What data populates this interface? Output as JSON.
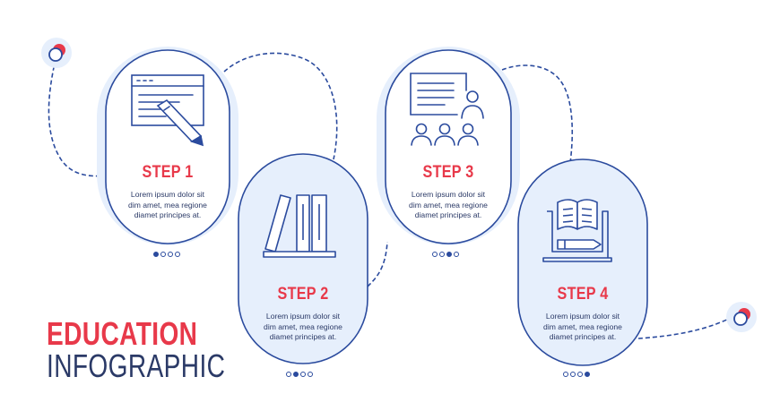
{
  "title": {
    "line1": "EDUCATION",
    "line2": "INFOGRAPHIC"
  },
  "colors": {
    "navy": "#2b4b9e",
    "red": "#e8394a",
    "pale": "#e6effc"
  },
  "steps": [
    {
      "label": "STEP 1",
      "text": [
        "Lorem ipsum dolor sit",
        "dim amet, mea regione",
        "diamet principes at."
      ],
      "icon": "whiteboard-pencil-icon",
      "active_dot": 0
    },
    {
      "label": "STEP 2",
      "text": [
        "Lorem ipsum dolor sit",
        "dim amet, mea regione",
        "diamet principes at."
      ],
      "icon": "books-shelf-icon",
      "active_dot": 1
    },
    {
      "label": "STEP 3",
      "text": [
        "Lorem ipsum dolor sit",
        "dim amet, mea regione",
        "diamet principes at."
      ],
      "icon": "classroom-teacher-icon",
      "active_dot": 2
    },
    {
      "label": "STEP 4",
      "text": [
        "Lorem ipsum dolor sit",
        "dim amet, mea regione",
        "diamet principes at."
      ],
      "icon": "laptop-book-icon",
      "active_dot": 3
    }
  ]
}
